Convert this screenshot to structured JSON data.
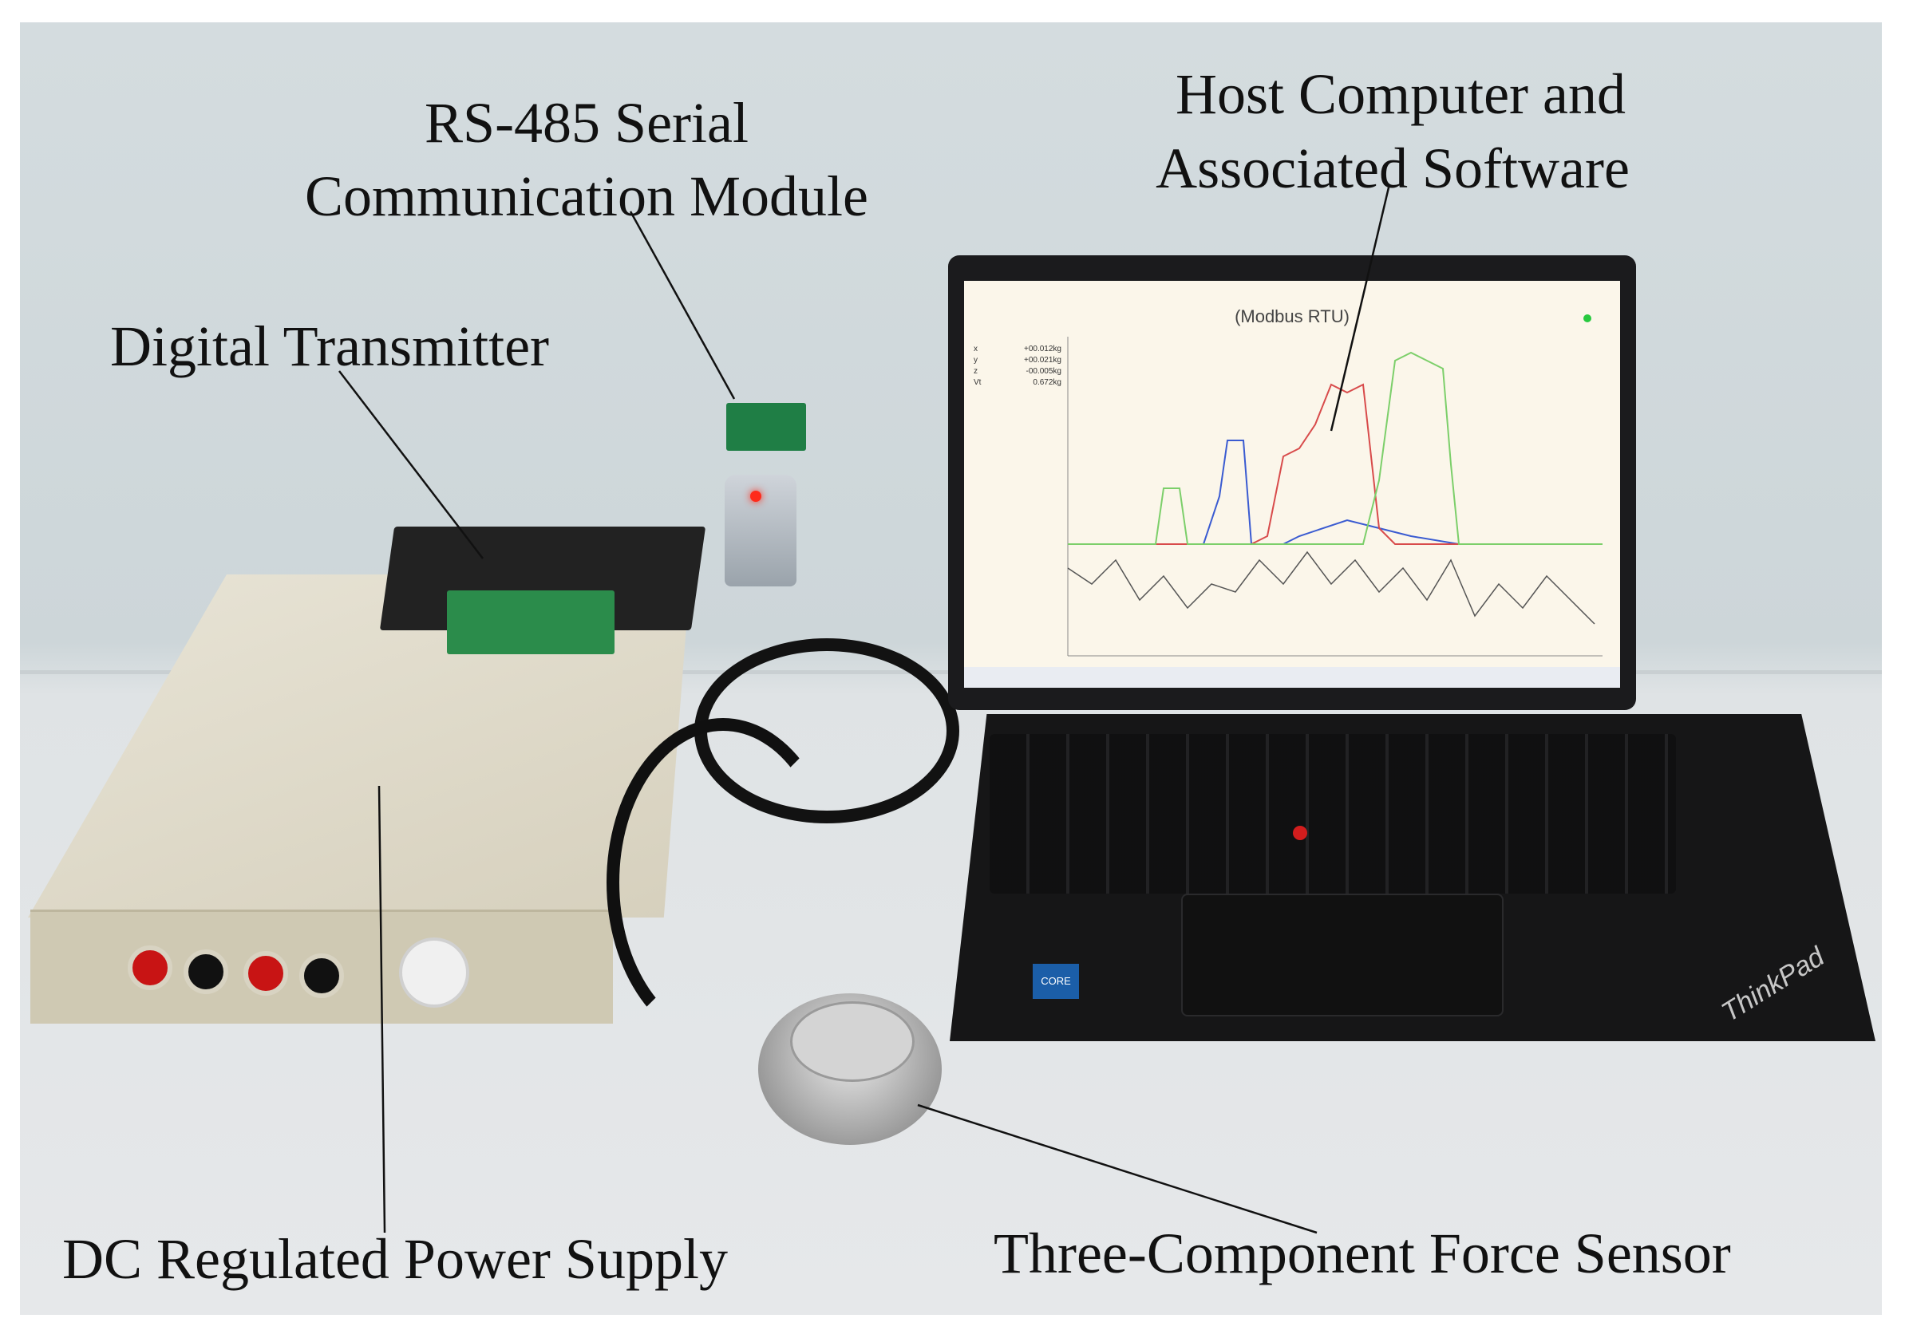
{
  "labels": {
    "rs485_line1": "RS-485 Serial",
    "rs485_line2": "Communication Module",
    "host_line1": "Host Computer and",
    "host_line2": "Associated Software",
    "transmitter": "Digital Transmitter",
    "power_supply": "DC Regulated Power Supply",
    "force_sensor": "Three-Component Force Sensor"
  },
  "screen": {
    "title": "(Modbus RTU)",
    "readouts": [
      {
        "axis": "x",
        "value": "+00.012kg"
      },
      {
        "axis": "y",
        "value": "+00.021kg"
      },
      {
        "axis": "z",
        "value": "-00.005kg"
      },
      {
        "axis": "Vt",
        "value": "0.672kg"
      }
    ]
  },
  "laptop": {
    "brand": "ThinkPad",
    "badge": "CORE"
  },
  "colors": {
    "plot_x": "#3a5bd1",
    "plot_y": "#d84b4b",
    "plot_z": "#7ccf6a",
    "plot_vt": "#555555"
  }
}
